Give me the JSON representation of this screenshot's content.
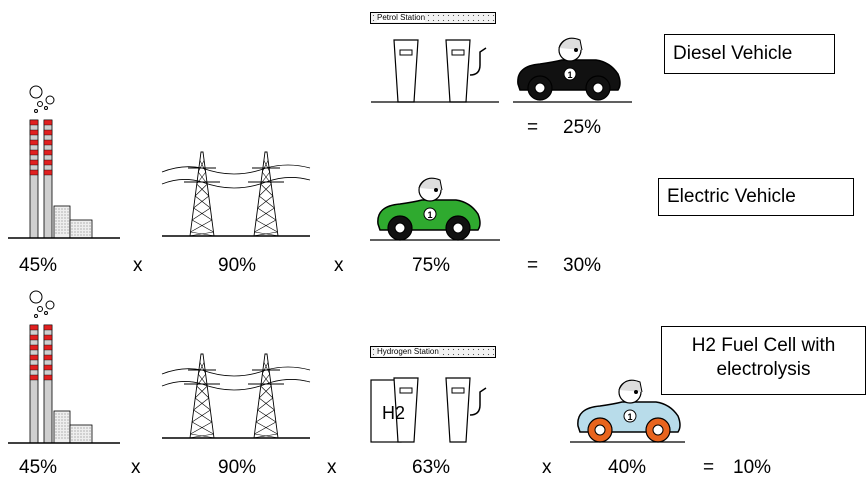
{
  "labels": {
    "diesel_vehicle": "Diesel Vehicle",
    "electric_vehicle": "Electric Vehicle",
    "h2_line1": "H2 Fuel Cell with",
    "h2_line2": "electrolysis",
    "petrol_station": "Petrol Station",
    "hydrogen_station": "Hydrogen Station",
    "h2_tank": "H2"
  },
  "diesel_row": {
    "equals": "=",
    "result": "25%"
  },
  "electric_row": {
    "power_plant": "45%",
    "x1": "x",
    "grid": "90%",
    "x2": "x",
    "vehicle": "75%",
    "equals": "=",
    "result": "30%"
  },
  "h2_row": {
    "power_plant": "45%",
    "x1": "x",
    "grid": "90%",
    "x2": "x",
    "station": "63%",
    "x3": "x",
    "vehicle": "40%",
    "equals": "=",
    "result": "10%"
  },
  "colors": {
    "stack_red": "#e02020",
    "diesel_car": "#111111",
    "electric_car": "#2faa2f",
    "h2_car_body": "#b8dcea",
    "h2_car_wheel": "#e8641e"
  },
  "icons": [
    "power-plant-icon",
    "power-line-icon",
    "petrol-pump-icon",
    "hydrogen-pump-icon",
    "race-car-icon"
  ]
}
